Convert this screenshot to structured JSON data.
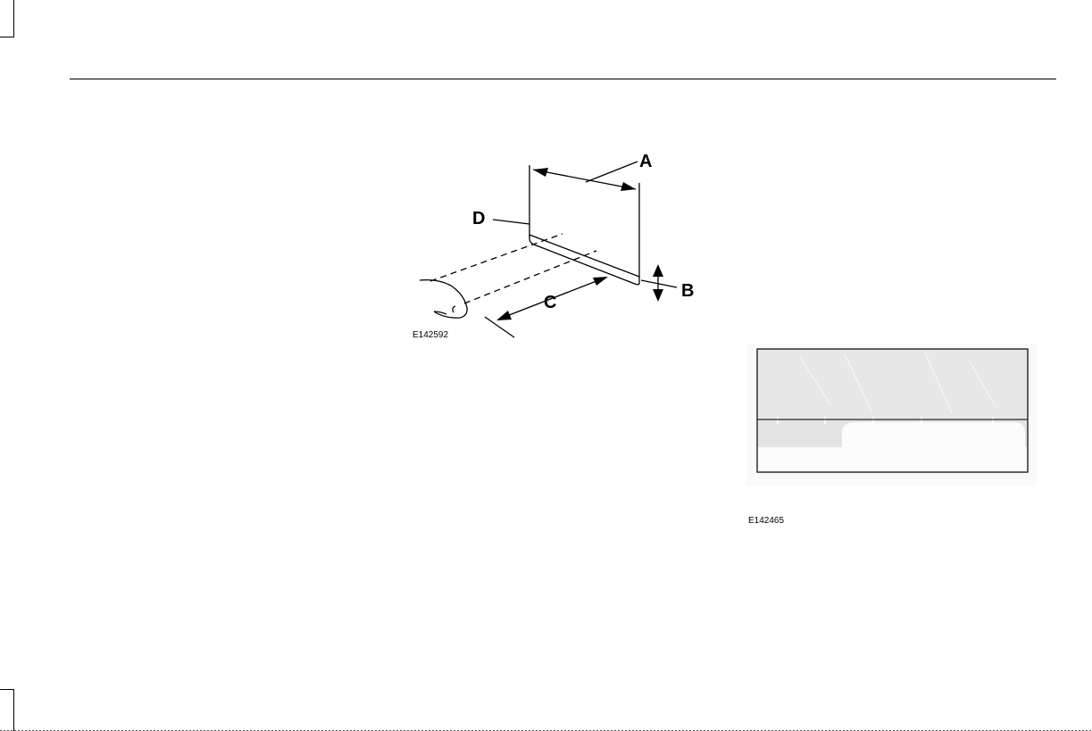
{
  "figure1": {
    "labels": {
      "a": "A",
      "b": "B",
      "c": "C",
      "d": "D"
    },
    "code": "E142592"
  },
  "figure2": {
    "code": "E142465"
  }
}
